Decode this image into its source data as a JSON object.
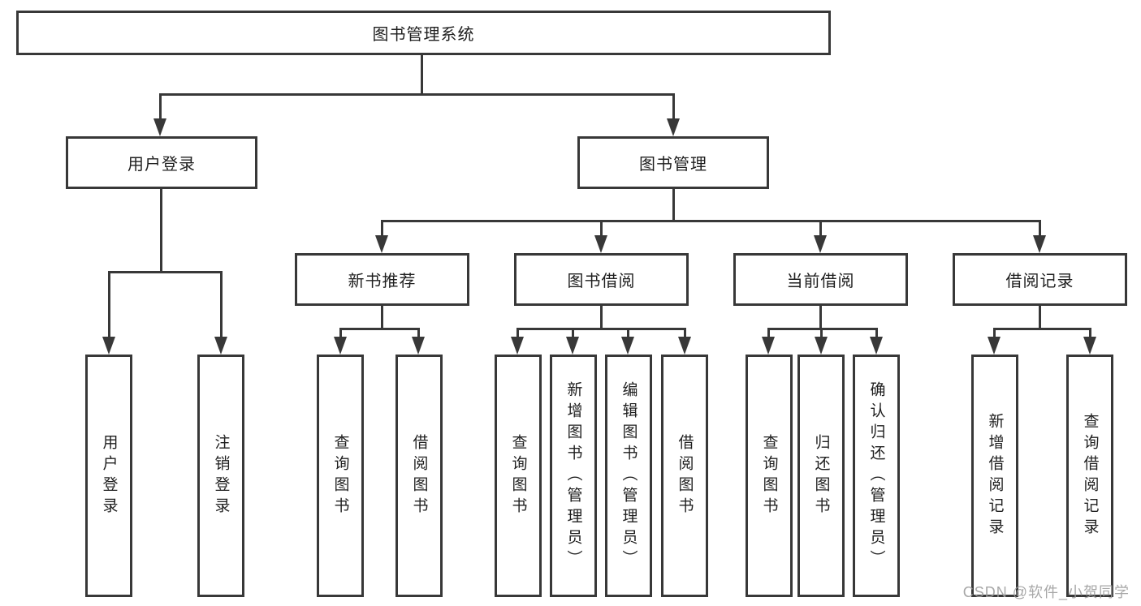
{
  "colors": {
    "line": "#383838",
    "text": "#1f1f1f",
    "background": "#ffffff",
    "watermark": "#9e9e9e"
  },
  "watermark": {
    "text": "CSDN @软件_小贺同学"
  },
  "tree": {
    "root": {
      "label": "图书管理系统",
      "children": [
        {
          "label": "用户登录",
          "children": [
            {
              "label": "用户登录"
            },
            {
              "label": "注销登录"
            }
          ]
        },
        {
          "label": "图书管理",
          "children": [
            {
              "label": "新书推荐",
              "children": [
                {
                  "label": "查询图书"
                },
                {
                  "label": "借阅图书"
                }
              ]
            },
            {
              "label": "图书借阅",
              "children": [
                {
                  "label": "查询图书"
                },
                {
                  "label": "新增图书（管理员）"
                },
                {
                  "label": "编辑图书（管理员）"
                },
                {
                  "label": "借阅图书"
                }
              ]
            },
            {
              "label": "当前借阅",
              "children": [
                {
                  "label": "查询图书"
                },
                {
                  "label": "归还图书"
                },
                {
                  "label": "确认归还（管理员）"
                }
              ]
            },
            {
              "label": "借阅记录",
              "children": [
                {
                  "label": "新增借阅记录"
                },
                {
                  "label": "查询借阅记录"
                }
              ]
            }
          ]
        }
      ]
    }
  }
}
